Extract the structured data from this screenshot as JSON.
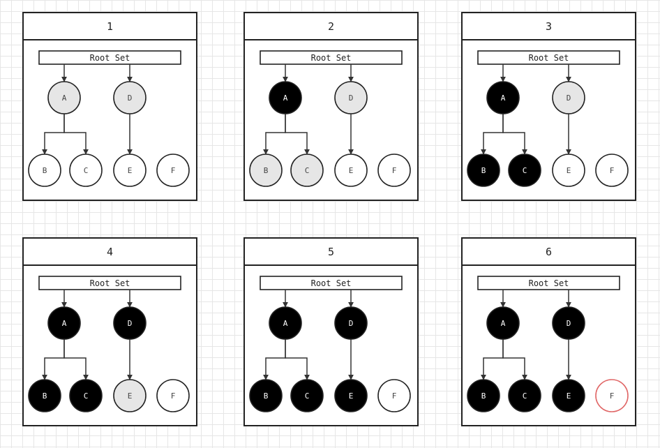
{
  "colors": {
    "white": "#ffffff",
    "gray": "#e6e6e6",
    "black": "#000000",
    "outline": "#222222",
    "highlight": "#e06666"
  },
  "nodes": [
    "A",
    "B",
    "C",
    "D",
    "E",
    "F"
  ],
  "edges": [
    {
      "from": "Root Set",
      "to": "A"
    },
    {
      "from": "Root Set",
      "to": "D"
    },
    {
      "from": "A",
      "to": "B"
    },
    {
      "from": "A",
      "to": "C"
    },
    {
      "from": "D",
      "to": "E"
    }
  ],
  "panels": [
    {
      "title": "1",
      "root_label": "Root Set",
      "states": {
        "A": "gray",
        "B": "white",
        "C": "white",
        "D": "gray",
        "E": "white",
        "F": "white"
      }
    },
    {
      "title": "2",
      "root_label": "Root Set",
      "states": {
        "A": "black",
        "B": "gray",
        "C": "gray",
        "D": "gray",
        "E": "white",
        "F": "white"
      }
    },
    {
      "title": "3",
      "root_label": "Root Set",
      "states": {
        "A": "black",
        "B": "black",
        "C": "black",
        "D": "gray",
        "E": "white",
        "F": "white"
      }
    },
    {
      "title": "4",
      "root_label": "Root Set",
      "states": {
        "A": "black",
        "B": "black",
        "C": "black",
        "D": "black",
        "E": "gray",
        "F": "white"
      }
    },
    {
      "title": "5",
      "root_label": "Root Set",
      "states": {
        "A": "black",
        "B": "black",
        "C": "black",
        "D": "black",
        "E": "black",
        "F": "white"
      }
    },
    {
      "title": "6",
      "root_label": "Root Set",
      "states": {
        "A": "black",
        "B": "black",
        "C": "black",
        "D": "black",
        "E": "black",
        "F": "white-highlighted"
      }
    }
  ]
}
